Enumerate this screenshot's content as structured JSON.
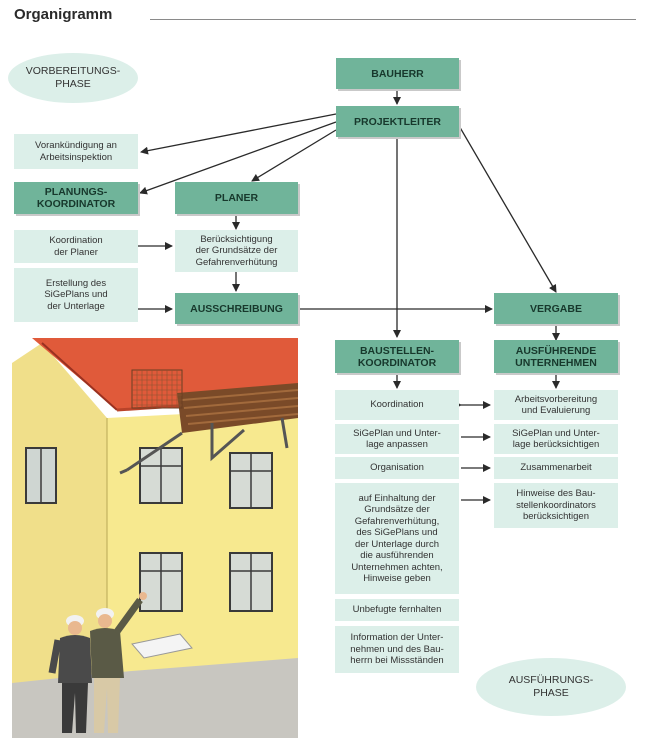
{
  "title": "Organigramm",
  "phases": {
    "preparation": "VORBEREITUNGS-\nPHASE",
    "execution": "AUSFÜHRUNGS-\nPHASE"
  },
  "boxes": {
    "bauherr": "BAUHERR",
    "projektleiter": "PROJEKTLEITER",
    "vorankuendigung": "Vorankündigung an\nArbeitsinspektion",
    "planungskoordinator": "PLANUNGS-\nKOORDINATOR",
    "planer": "PLANER",
    "koordination_planer": "Koordination\nder Planer",
    "beruecksichtigung": "Berücksichtigung\nder Grundsätze der\nGefahrenverhütung",
    "erstellung": "Erstellung des\nSiGePlans und\nder Unterlage",
    "ausschreibung": "AUSSCHREIBUNG",
    "vergabe": "VERGABE",
    "baustellenkoordinator": "BAUSTELLEN-\nKOORDINATOR",
    "ausfuehrende": "AUSFÜHRENDE\nUNTERNEHMEN",
    "koordination": "Koordination",
    "arbeitsvorbereitung": "Arbeitsvorbereitung\nund Evaluierung",
    "sigeplan_anpassen": "SiGePlan und Unter-\nlage anpassen",
    "sigeplan_beruecksichtigen": "SiGePlan und Unter-\nlage berücksichtigen",
    "organisation": "Organisation",
    "zusammenarbeit": "Zusammenarbeit",
    "einhaltung": "auf Einhaltung der\nGrundsätze der\nGefahrenverhütung,\ndes SiGePlans und\nder Unterlage durch\ndie ausführenden\nUnternehmen achten,\nHinweise geben",
    "hinweise": "Hinweise des Bau-\nstellenkoordinators\nberücksichtigen",
    "unbefugte": "Unbefugte fernhalten",
    "information": "Information der Unter-\nnehmen und des Bau-\nherrn bei Missständen"
  },
  "colors": {
    "dark_box": "#70b49a",
    "light_box": "#dcefe9",
    "arrow": "#2a2a2a"
  }
}
